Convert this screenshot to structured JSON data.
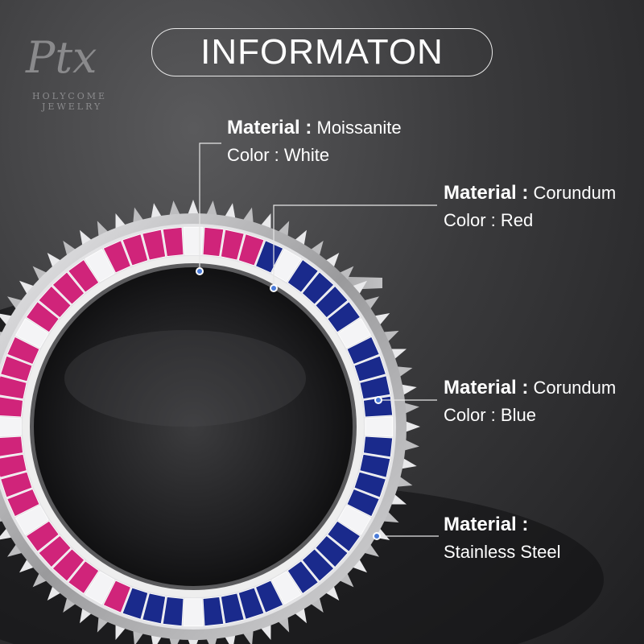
{
  "header": {
    "title": "INFORMATON"
  },
  "logo": {
    "mark": "Ptx",
    "line1": "HOLYCOME",
    "line2": "JEWELRY"
  },
  "callouts": [
    {
      "material_key": "Material :",
      "material_value": "Moissanite",
      "color_key": "Color :",
      "color_value": "White"
    },
    {
      "material_key": "Material :",
      "material_value": "Corundum",
      "color_key": "Color :",
      "color_value": "Red"
    },
    {
      "material_key": "Material :",
      "material_value": "Corundum",
      "color_key": "Color :",
      "color_value": "Blue"
    },
    {
      "material_key": "Material :",
      "material_value": "",
      "color_key": "",
      "color_value": "Stainless Steel"
    }
  ],
  "colors": {
    "ruby": "#d0247a",
    "sapphire": "#1a2a8c",
    "steel": "#c8c8ca",
    "marker": "#4a7bd8"
  }
}
